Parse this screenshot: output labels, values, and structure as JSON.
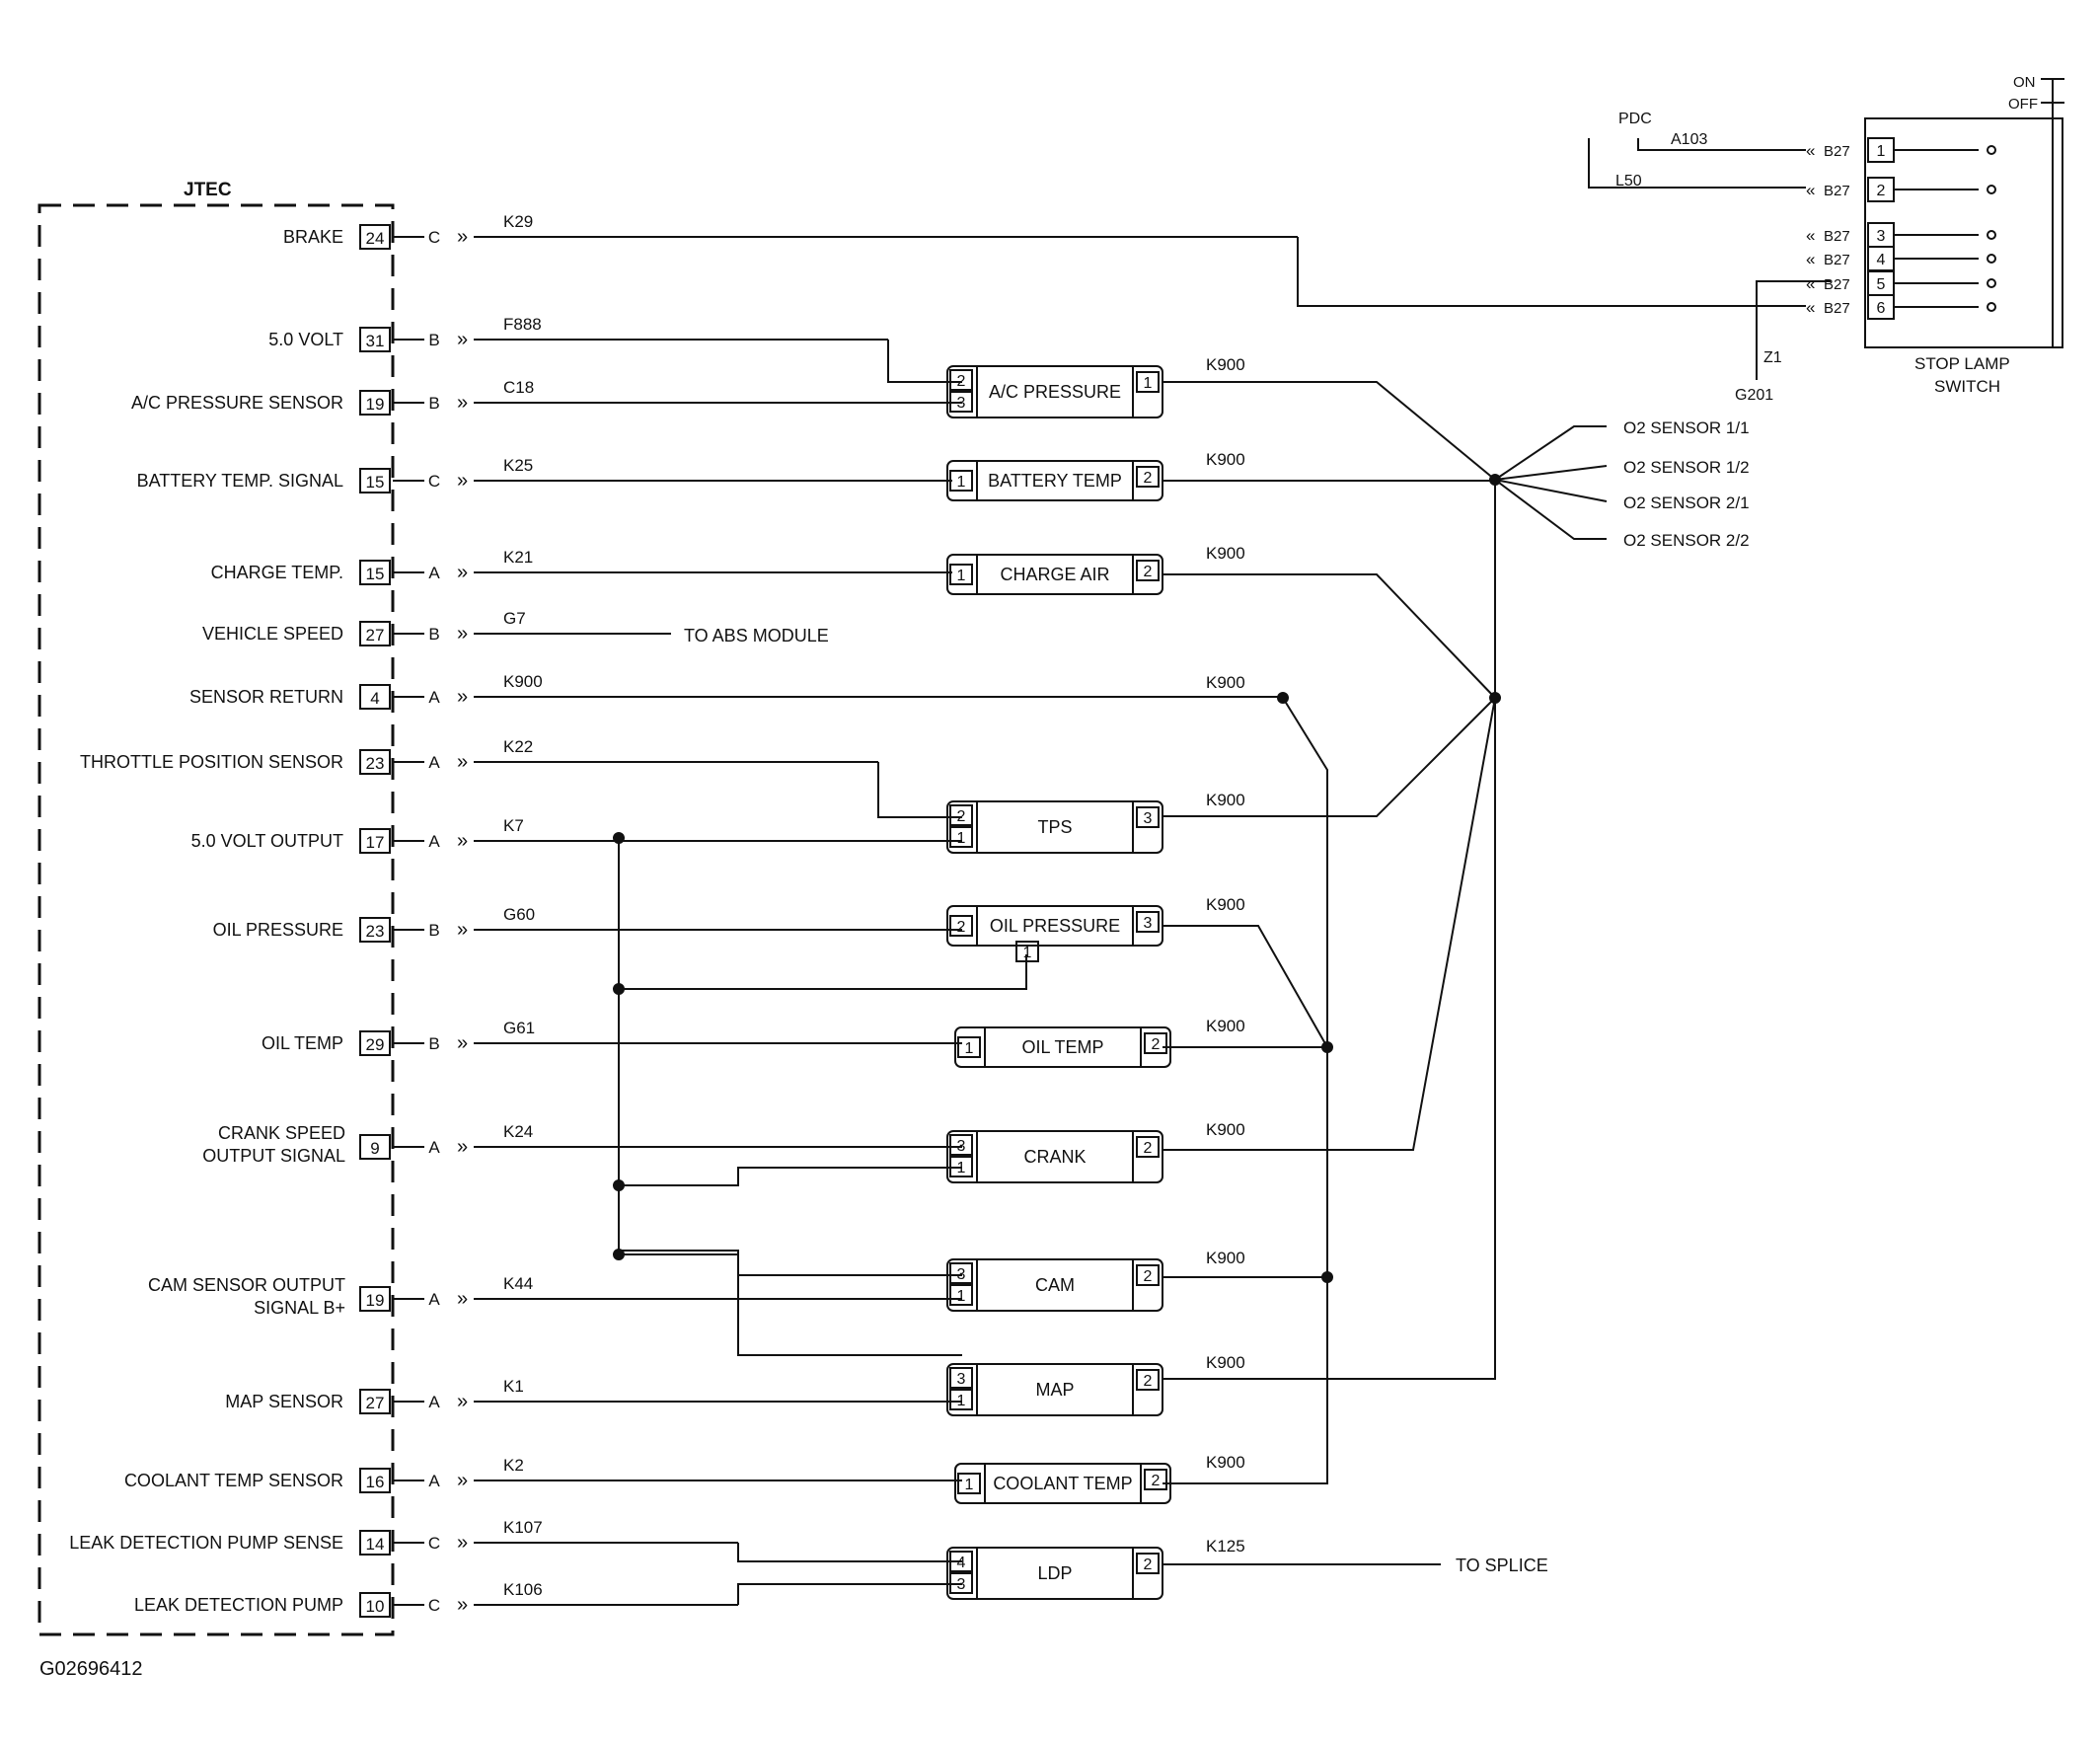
{
  "diagram": {
    "module_title": "JTEC",
    "figure_id": "G02696412",
    "pins": [
      {
        "label": "BRAKE",
        "pin": "24",
        "conn": "C",
        "wire": "K29"
      },
      {
        "label": "5.0 VOLT",
        "pin": "31",
        "conn": "B",
        "wire": "F888"
      },
      {
        "label": "A/C PRESSURE SENSOR",
        "pin": "19",
        "conn": "B",
        "wire": "C18"
      },
      {
        "label": "BATTERY TEMP. SIGNAL",
        "pin": "15",
        "conn": "C",
        "wire": "K25"
      },
      {
        "label": "CHARGE TEMP.",
        "pin": "15",
        "conn": "A",
        "wire": "K21"
      },
      {
        "label": "VEHICLE SPEED",
        "pin": "27",
        "conn": "B",
        "wire": "G7"
      },
      {
        "label": "SENSOR RETURN",
        "pin": "4",
        "conn": "A",
        "wire": "K900"
      },
      {
        "label": "THROTTLE POSITION SENSOR",
        "pin": "23",
        "conn": "A",
        "wire": "K22"
      },
      {
        "label": "5.0 VOLT OUTPUT",
        "pin": "17",
        "conn": "A",
        "wire": "K7"
      },
      {
        "label": "OIL PRESSURE",
        "pin": "23",
        "conn": "B",
        "wire": "G60"
      },
      {
        "label": "OIL TEMP",
        "pin": "29",
        "conn": "B",
        "wire": "G61"
      },
      {
        "label": "CRANK SPEED",
        "label2": "OUTPUT SIGNAL",
        "pin": "9",
        "conn": "A",
        "wire": "K24"
      },
      {
        "label": "CAM SENSOR OUTPUT",
        "label2": "SIGNAL B+",
        "pin": "19",
        "conn": "A",
        "wire": "K44"
      },
      {
        "label": "MAP SENSOR",
        "pin": "27",
        "conn": "A",
        "wire": "K1"
      },
      {
        "label": "COOLANT TEMP SENSOR",
        "pin": "16",
        "conn": "A",
        "wire": "K2"
      },
      {
        "label": "LEAK DETECTION PUMP SENSE",
        "pin": "14",
        "conn": "C",
        "wire": "K107"
      },
      {
        "label": "LEAK DETECTION PUMP",
        "pin": "10",
        "conn": "C",
        "wire": "K106"
      }
    ],
    "components": [
      {
        "name": "A/C PRESSURE",
        "pins_left": [
          "2",
          "3"
        ],
        "pins_right": [
          "1"
        ],
        "out_wire": "K900"
      },
      {
        "name": "BATTERY TEMP",
        "pins_left": [
          "1"
        ],
        "pins_right": [
          "2"
        ],
        "out_wire": "K900"
      },
      {
        "name": "CHARGE AIR",
        "pins_left": [
          "1"
        ],
        "pins_right": [
          "2"
        ],
        "out_wire": "K900"
      },
      {
        "name": "TPS",
        "pins_left": [
          "2",
          "1"
        ],
        "pins_right": [
          "3"
        ],
        "out_wire": "K900"
      },
      {
        "name": "OIL PRESSURE",
        "pins_left": [
          "2"
        ],
        "pins_right": [
          "3"
        ],
        "pins_bottom": [
          "1"
        ],
        "out_wire": "K900"
      },
      {
        "name": "OIL TEMP",
        "pins_left": [
          "1"
        ],
        "pins_right": [
          "2"
        ],
        "out_wire": "K900"
      },
      {
        "name": "CRANK",
        "pins_left": [
          "3",
          "1"
        ],
        "pins_right": [
          "2"
        ],
        "out_wire": "K900"
      },
      {
        "name": "CAM",
        "pins_left": [
          "3",
          "1"
        ],
        "pins_right": [
          "2"
        ],
        "out_wire": "K900"
      },
      {
        "name": "MAP",
        "pins_left": [
          "3",
          "1"
        ],
        "pins_right": [
          "2"
        ],
        "out_wire": "K900"
      },
      {
        "name": "COOLANT TEMP",
        "pins_left": [
          "1"
        ],
        "pins_right": [
          "2"
        ],
        "out_wire": "K900"
      },
      {
        "name": "LDP",
        "pins_left": [
          "4",
          "3"
        ],
        "pins_right": [
          "2"
        ],
        "out_wire": "K125"
      }
    ],
    "sensor_return_wire": "K900",
    "to_abs": "TO ABS MODULE",
    "to_splice": "TO SPLICE",
    "o2_sensors": [
      "O2 SENSOR 1/1",
      "O2 SENSOR 1/2",
      "O2 SENSOR 2/1",
      "O2 SENSOR 2/2"
    ],
    "stop_lamp": {
      "title": "STOP LAMP",
      "title2": "SWITCH",
      "pdc": "PDC",
      "wire_a": "A103",
      "wire_b": "L50",
      "connector": "B27",
      "pins": [
        "1",
        "2",
        "3",
        "4",
        "5",
        "6"
      ],
      "ground_wire": "Z1",
      "ground": "G201",
      "on": "ON",
      "off": "OFF"
    }
  }
}
